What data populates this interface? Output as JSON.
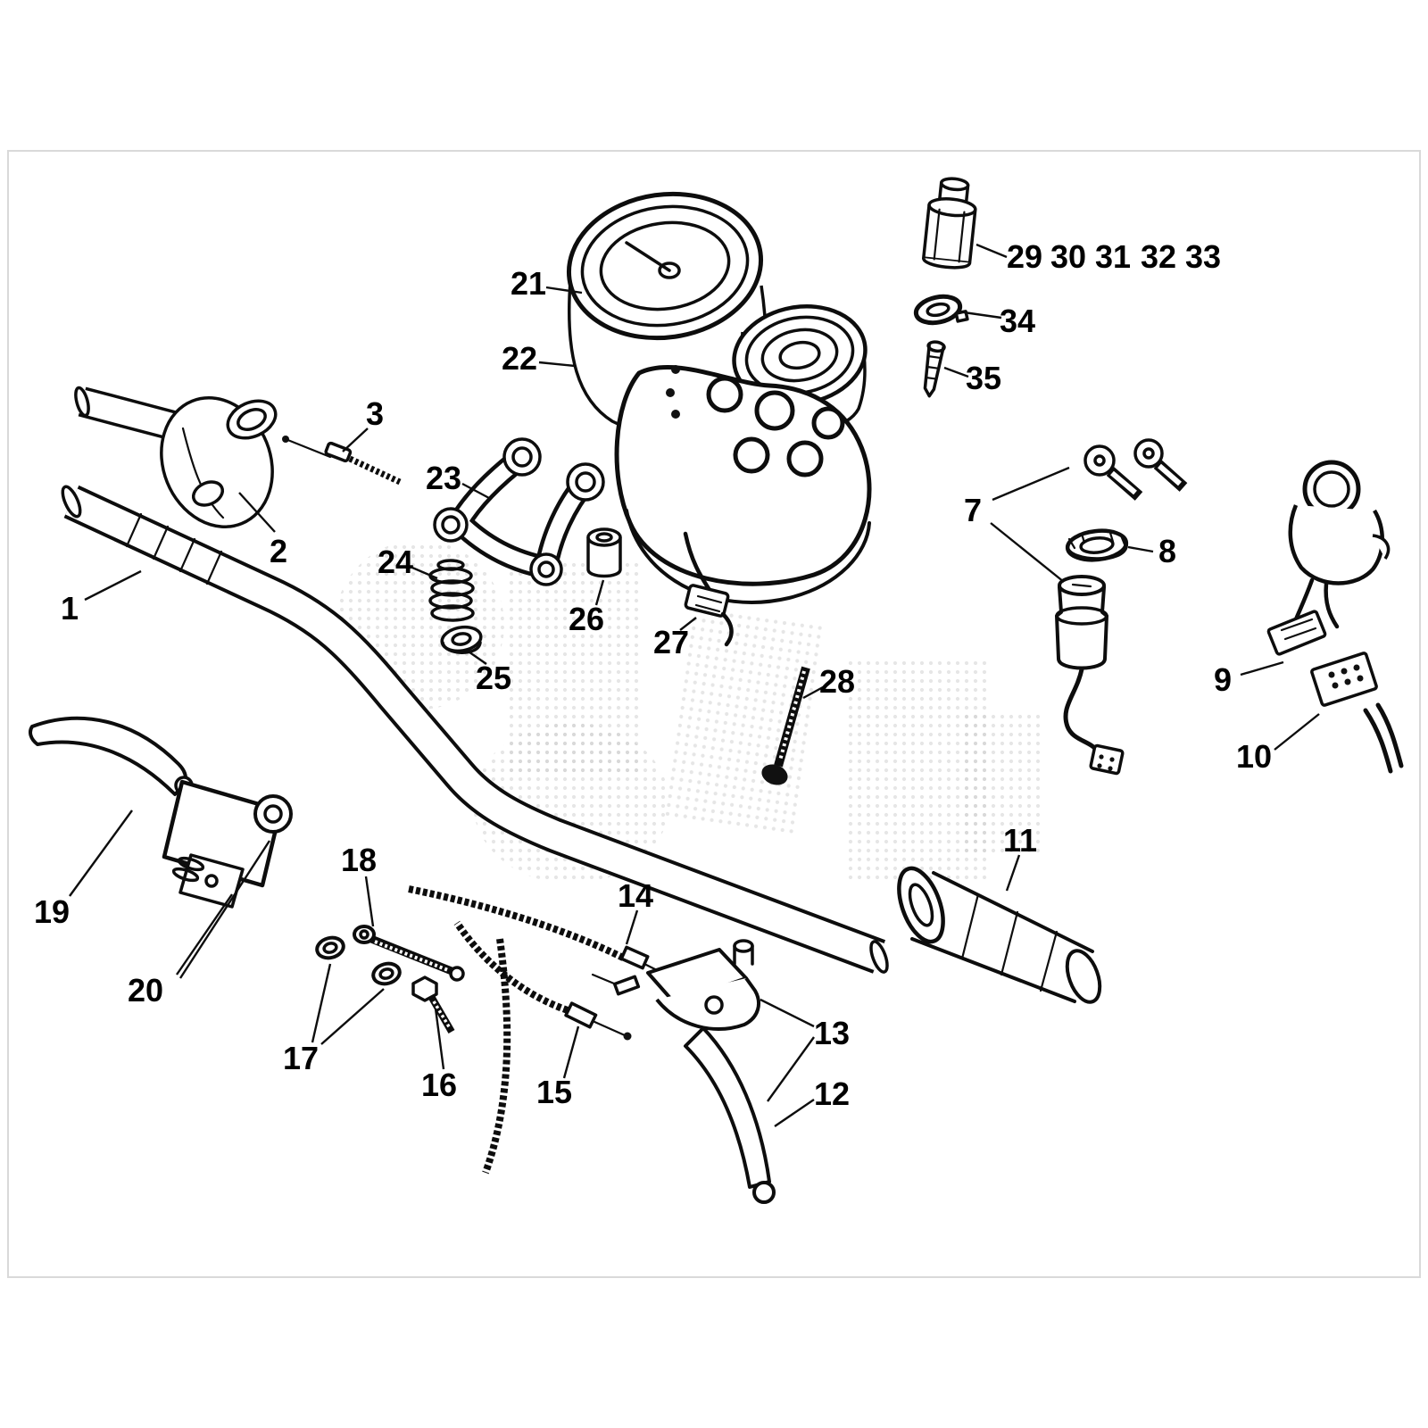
{
  "diagram": {
    "kind": "exploded-parts-diagram",
    "subject": "motorcycle handlebar, controls and instrument cluster",
    "colors": {
      "background": "#ffffff",
      "linework": "#0d0d0d",
      "label_text": "#000000",
      "watermark_dots": "#cccccc",
      "page_border": "#d9d9d9"
    },
    "callouts": [
      "1",
      "2",
      "3",
      "7",
      "8",
      "9",
      "10",
      "11",
      "12",
      "13",
      "14",
      "15",
      "16",
      "17",
      "18",
      "19",
      "20",
      "21",
      "22",
      "23",
      "24",
      "25",
      "26",
      "27",
      "28",
      "29",
      "30",
      "31",
      "32",
      "33",
      "34",
      "35"
    ]
  }
}
